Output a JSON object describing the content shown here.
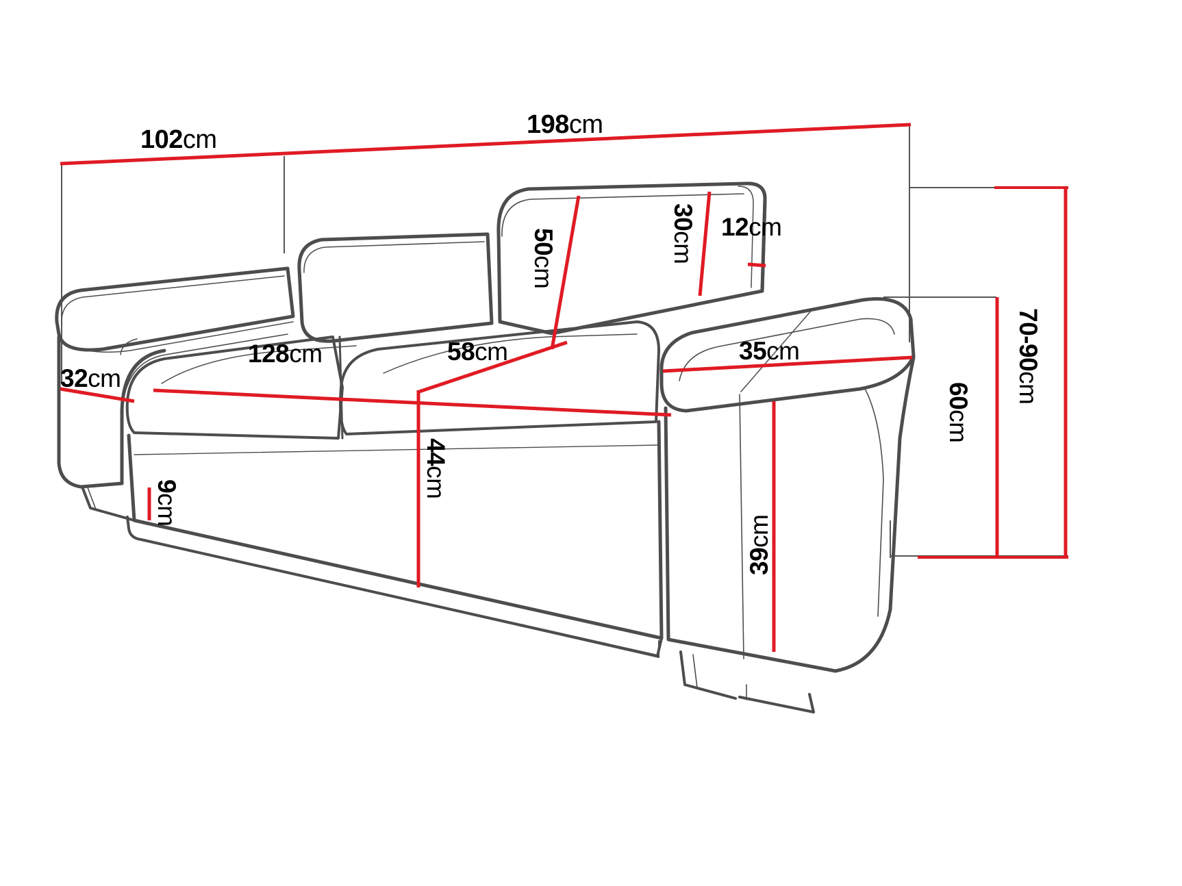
{
  "document": {
    "type": "technical-dimension-drawing",
    "subject": "sofa",
    "unit": "cm",
    "background_color": "#ffffff",
    "outline_color": "#4d4d4d",
    "dimension_line_color": "#e01b24",
    "extension_line_color": "#555555",
    "label_text_color": "#000000"
  },
  "dimensions": {
    "overall_depth": {
      "value": "102",
      "unit": "cm",
      "orientation": "horizontal"
    },
    "overall_width": {
      "value": "198",
      "unit": "cm",
      "orientation": "horizontal"
    },
    "backrest_height": {
      "value": "50",
      "unit": "cm",
      "orientation": "vertical-cw"
    },
    "headrest_height": {
      "value": "30",
      "unit": "cm",
      "orientation": "vertical-cw"
    },
    "backrest_thickness": {
      "value": "12",
      "unit": "cm",
      "orientation": "horizontal"
    },
    "armrest_height": {
      "value": "32",
      "unit": "cm",
      "orientation": "horizontal"
    },
    "seat_width": {
      "value": "128",
      "unit": "cm",
      "orientation": "horizontal"
    },
    "seat_depth": {
      "value": "58",
      "unit": "cm",
      "orientation": "horizontal"
    },
    "armrest_width": {
      "value": "35",
      "unit": "cm",
      "orientation": "horizontal"
    },
    "seat_height": {
      "value": "44",
      "unit": "cm",
      "orientation": "vertical-cw"
    },
    "leg_height": {
      "value": "9",
      "unit": "cm",
      "orientation": "vertical-cw"
    },
    "armrest_outer_height": {
      "value": "39",
      "unit": "cm",
      "orientation": "vertical-ccw"
    },
    "seat_to_floor_depth": {
      "value": "60",
      "unit": "cm",
      "orientation": "vertical-cw"
    },
    "total_height_range": {
      "value": "70-90",
      "unit": "cm",
      "orientation": "vertical-cw"
    }
  }
}
